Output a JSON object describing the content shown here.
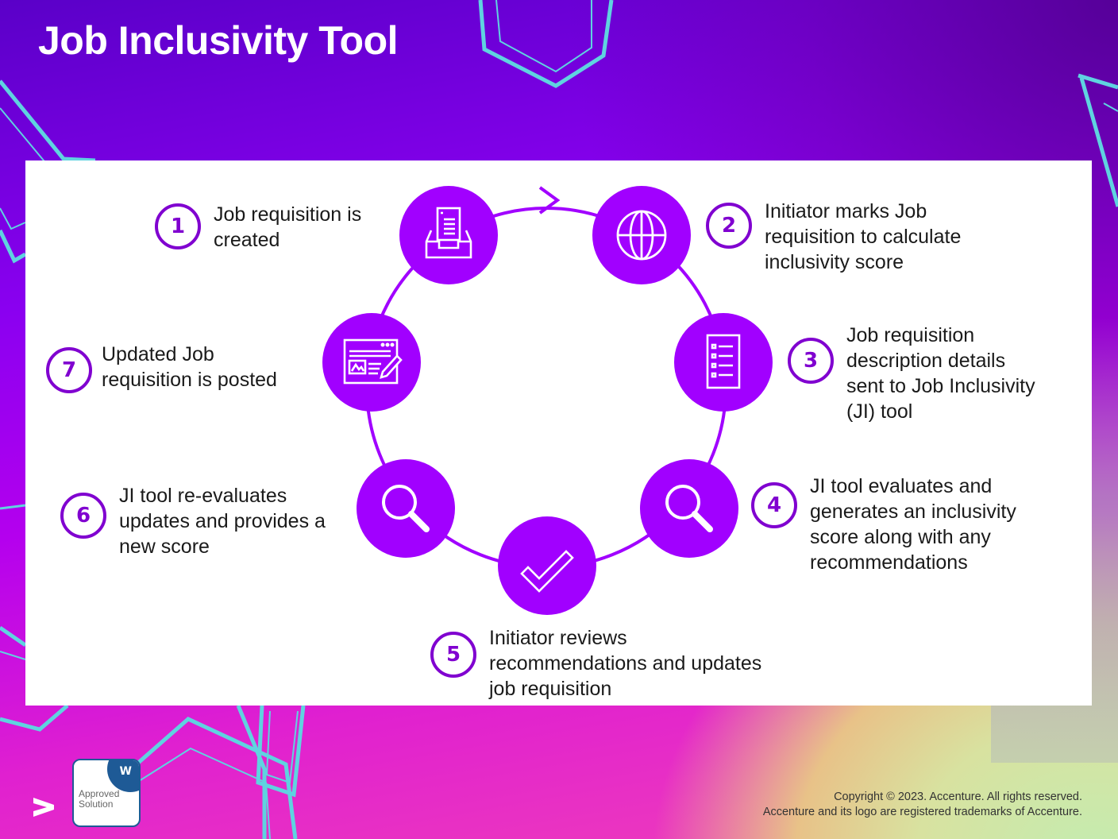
{
  "title": "Job Inclusivity Tool",
  "colors": {
    "accent": "#a100ff",
    "number_ring": "#8000d0",
    "decor_lines": "#5fd3e0",
    "badge_blue": "#1e5a96"
  },
  "cycle": {
    "direction": "clockwise",
    "steps": [
      {
        "number": "1",
        "text": "Job requisition is\ncreated",
        "icon": "document-inbox-icon"
      },
      {
        "number": "2",
        "text": "Initiator marks Job\nrequisition to calculate\ninclusivity score",
        "icon": "globe-icon"
      },
      {
        "number": "3",
        "text": "Job requisition\ndescription details\nsent to Job Inclusivity\n(JI) tool",
        "icon": "checklist-icon"
      },
      {
        "number": "4",
        "text": "JI tool evaluates and\ngenerates an inclusivity\nscore along with any\nrecommendations",
        "icon": "magnifier-icon"
      },
      {
        "number": "5",
        "text": "Initiator reviews\nrecommendations and updates\njob requisition",
        "icon": "checkmark-icon"
      },
      {
        "number": "6",
        "text": "JI tool re-evaluates\nupdates and provides a\nnew score",
        "icon": "magnifier-icon"
      },
      {
        "number": "7",
        "text": "Updated Job\nrequisition is posted",
        "icon": "web-page-edit-icon"
      }
    ]
  },
  "footer": {
    "badge": {
      "text": "Approved\nSolution",
      "mark": "W"
    },
    "copyright_line1": "Copyright © 2023.  Accenture. All rights reserved.",
    "copyright_line2": "Accenture and its logo are registered trademarks of Accenture."
  }
}
